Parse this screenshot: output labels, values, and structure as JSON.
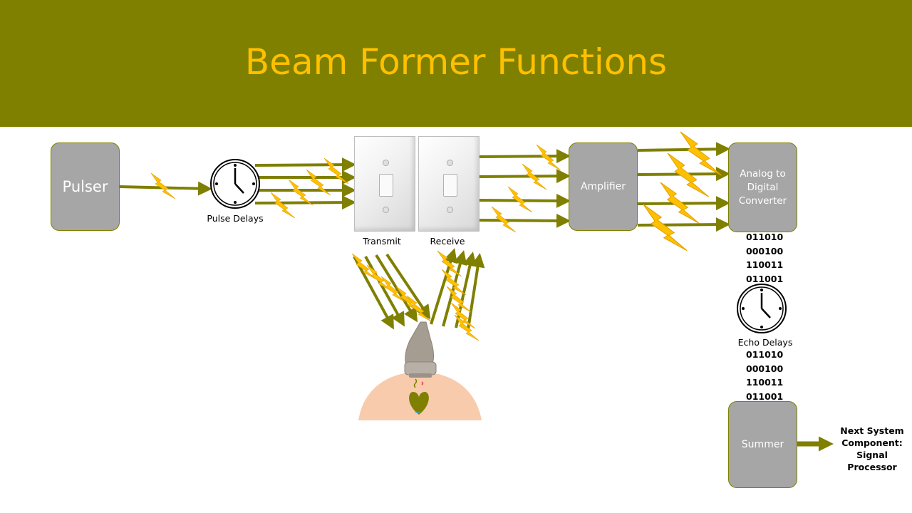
{
  "title": "Beam Former Functions",
  "blocks": {
    "pulser": "Pulser",
    "amplifier": "Amplifier",
    "adc_line1": "Analog to",
    "adc_line2": "Digital",
    "adc_line3": "Converter",
    "summer": "Summer"
  },
  "labels": {
    "pulse_delays": "Pulse Delays",
    "transmit": "Transmit",
    "receive": "Receive",
    "echo_delays": "Echo Delays",
    "next_line1": "Next System",
    "next_line2": "Component:",
    "next_line3": "Signal Processor"
  },
  "binary_top": [
    "011010",
    "000100",
    "110011",
    "011001"
  ],
  "binary_bottom": [
    "011010",
    "000100",
    "110011",
    "011001"
  ],
  "colors": {
    "header": "#808000",
    "title": "#ffc000",
    "arrow": "#7f7f00",
    "bolt": "#ffc000",
    "box": "#a6a6a6"
  }
}
